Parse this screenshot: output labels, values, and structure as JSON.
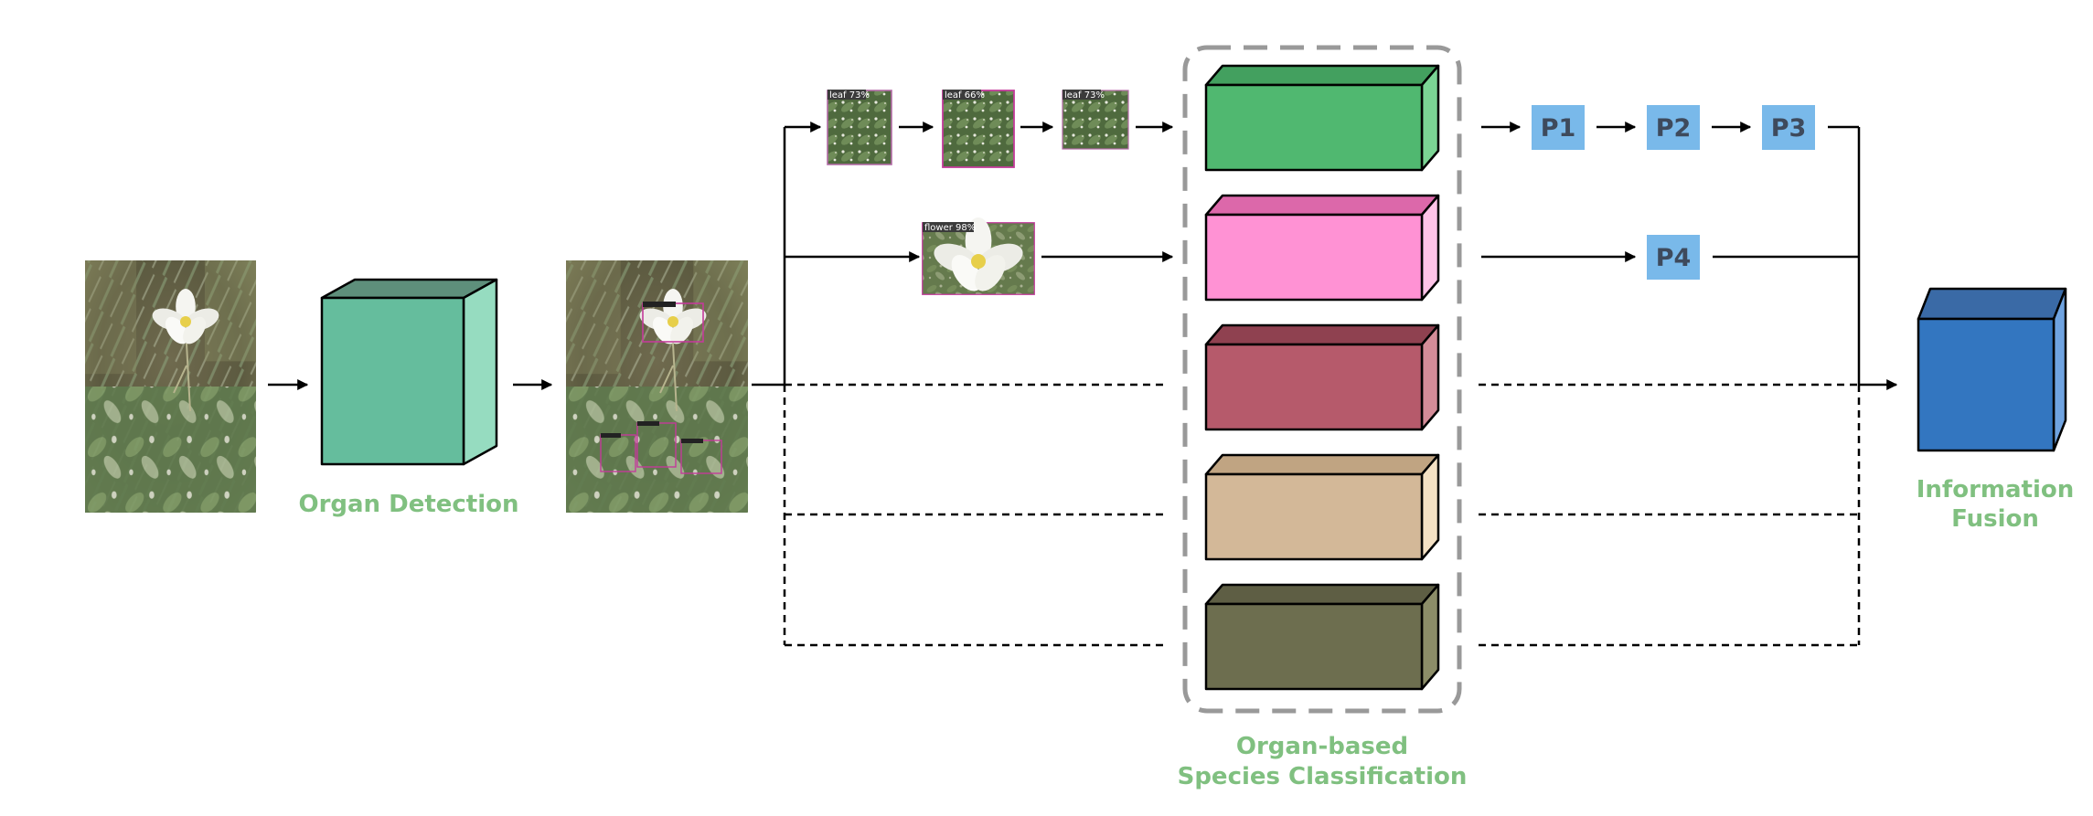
{
  "labels": {
    "organ_detection": "Organ Detection",
    "species_line1": "Organ-based",
    "species_line2": "Species Classification",
    "fusion_line1": "Information",
    "fusion_line2": "Fusion"
  },
  "parts": [
    "P1",
    "P2",
    "P3",
    "P4"
  ],
  "detections": {
    "leaf1": "leaf 73%",
    "leaf2": "leaf 66%",
    "leaf3": "leaf 73%",
    "flower": "flower 98%"
  },
  "colors": {
    "label_green": "#80c080",
    "part_box": "#79b9ea",
    "part_text": "#3e4a5c",
    "detector_cube": "#65bd9d",
    "classifier_1": "#50b870",
    "classifier_2": "#ff92d4",
    "classifier_3": "#b65a6b",
    "classifier_4": "#d3b898",
    "classifier_5": "#6d6e4f",
    "fusion_cube": "#3376c0",
    "group_border": "#999999"
  }
}
